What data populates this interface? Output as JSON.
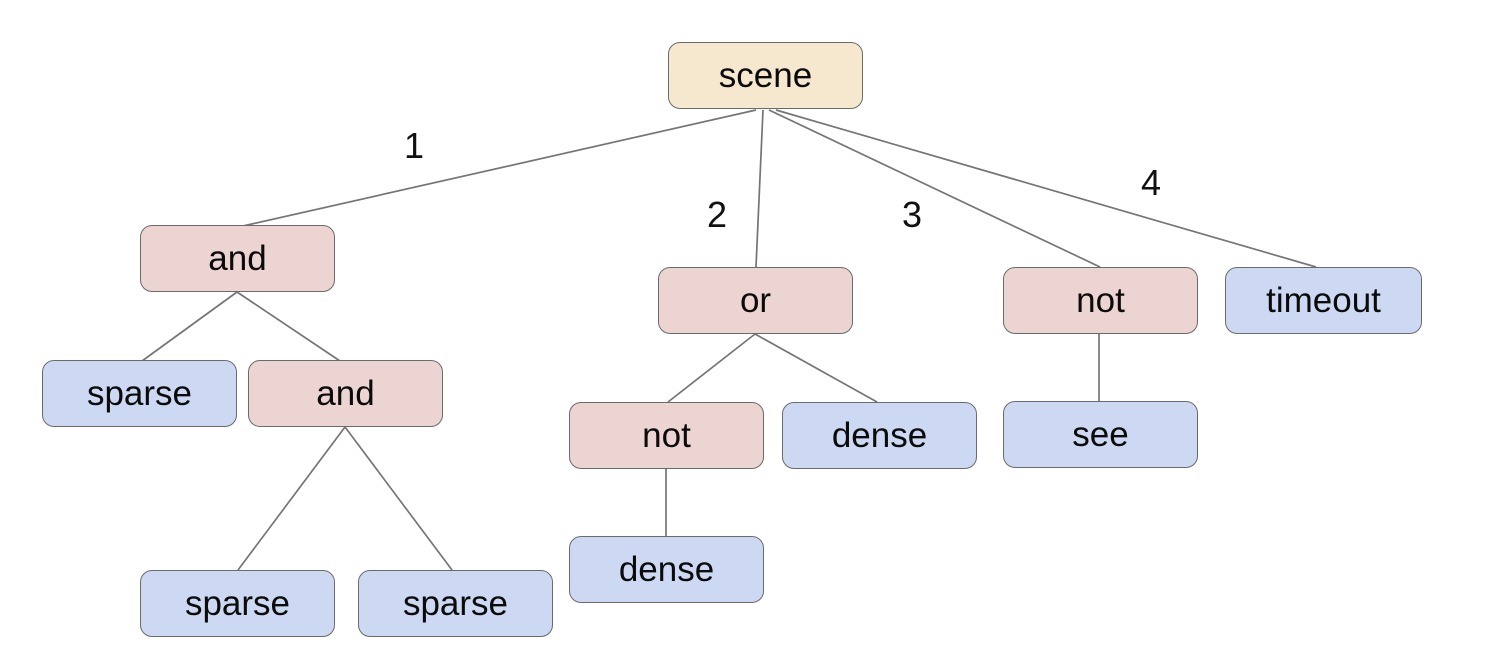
{
  "diagram": {
    "type": "tree",
    "nodes": {
      "scene": {
        "label": "scene",
        "type": "root"
      },
      "and_1": {
        "label": "and",
        "type": "operator"
      },
      "or_1": {
        "label": "or",
        "type": "operator"
      },
      "not_1": {
        "label": "not",
        "type": "operator"
      },
      "timeout_1": {
        "label": "timeout",
        "type": "leaf"
      },
      "sparse_1": {
        "label": "sparse",
        "type": "leaf"
      },
      "and_2": {
        "label": "and",
        "type": "operator"
      },
      "not_2": {
        "label": "not",
        "type": "operator"
      },
      "dense_1": {
        "label": "dense",
        "type": "leaf"
      },
      "see_1": {
        "label": "see",
        "type": "leaf"
      },
      "dense_2": {
        "label": "dense",
        "type": "leaf"
      },
      "sparse_2": {
        "label": "sparse",
        "type": "leaf"
      },
      "sparse_3": {
        "label": "sparse",
        "type": "leaf"
      }
    },
    "edges": [
      {
        "from": "scene",
        "to": "and_1",
        "label": "1"
      },
      {
        "from": "scene",
        "to": "or_1",
        "label": "2"
      },
      {
        "from": "scene",
        "to": "not_1",
        "label": "3"
      },
      {
        "from": "scene",
        "to": "timeout_1",
        "label": "4"
      },
      {
        "from": "and_1",
        "to": "sparse_1"
      },
      {
        "from": "and_1",
        "to": "and_2"
      },
      {
        "from": "and_2",
        "to": "sparse_2"
      },
      {
        "from": "and_2",
        "to": "sparse_3"
      },
      {
        "from": "or_1",
        "to": "not_2"
      },
      {
        "from": "or_1",
        "to": "dense_1"
      },
      {
        "from": "not_1",
        "to": "see_1"
      },
      {
        "from": "not_2",
        "to": "dense_2"
      }
    ],
    "colors": {
      "root_fill": "#f5e8cf",
      "operator_fill": "#ecd4d2",
      "leaf_fill": "#cdd9f2",
      "node_border": "#6b6b6b",
      "edge_line": "#757575",
      "text": "#0b0b0b",
      "background": "#ffffff"
    }
  }
}
